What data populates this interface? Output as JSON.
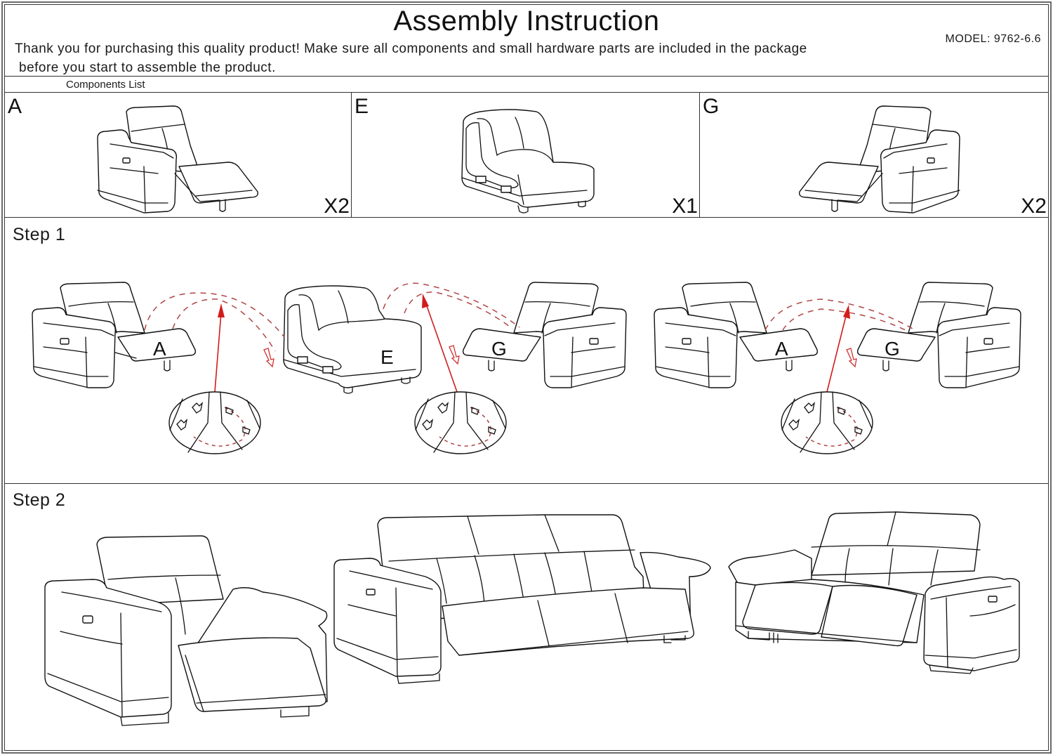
{
  "document": {
    "title": "Assembly Instruction",
    "intro_line1": "Thank you for purchasing this quality product! Make sure all components and small hardware parts are included in the package",
    "intro_line2": "before you start to assemble the product.",
    "model": "MODEL: 9762-6.6"
  },
  "components": {
    "heading": "Components List",
    "items": [
      {
        "letter": "A",
        "quantity": "X2",
        "description": "left-arm power recliner section"
      },
      {
        "letter": "E",
        "quantity": "X1",
        "description": "armless wedge section"
      },
      {
        "letter": "G",
        "quantity": "X2",
        "description": "right-arm power recliner section"
      }
    ]
  },
  "steps": [
    {
      "label": "Step 1",
      "groups": [
        {
          "parts": [
            "A",
            "E",
            "G"
          ]
        },
        {
          "parts": [
            "A",
            "G"
          ]
        }
      ]
    },
    {
      "label": "Step 2",
      "results": [
        "recliner chair",
        "sofa (3 seats)",
        "loveseat (2 seats)"
      ]
    }
  ],
  "colors": {
    "line": "#111111",
    "connector_dash": "#b14545",
    "arrow": "#d21c1c",
    "frame": "#333333"
  }
}
